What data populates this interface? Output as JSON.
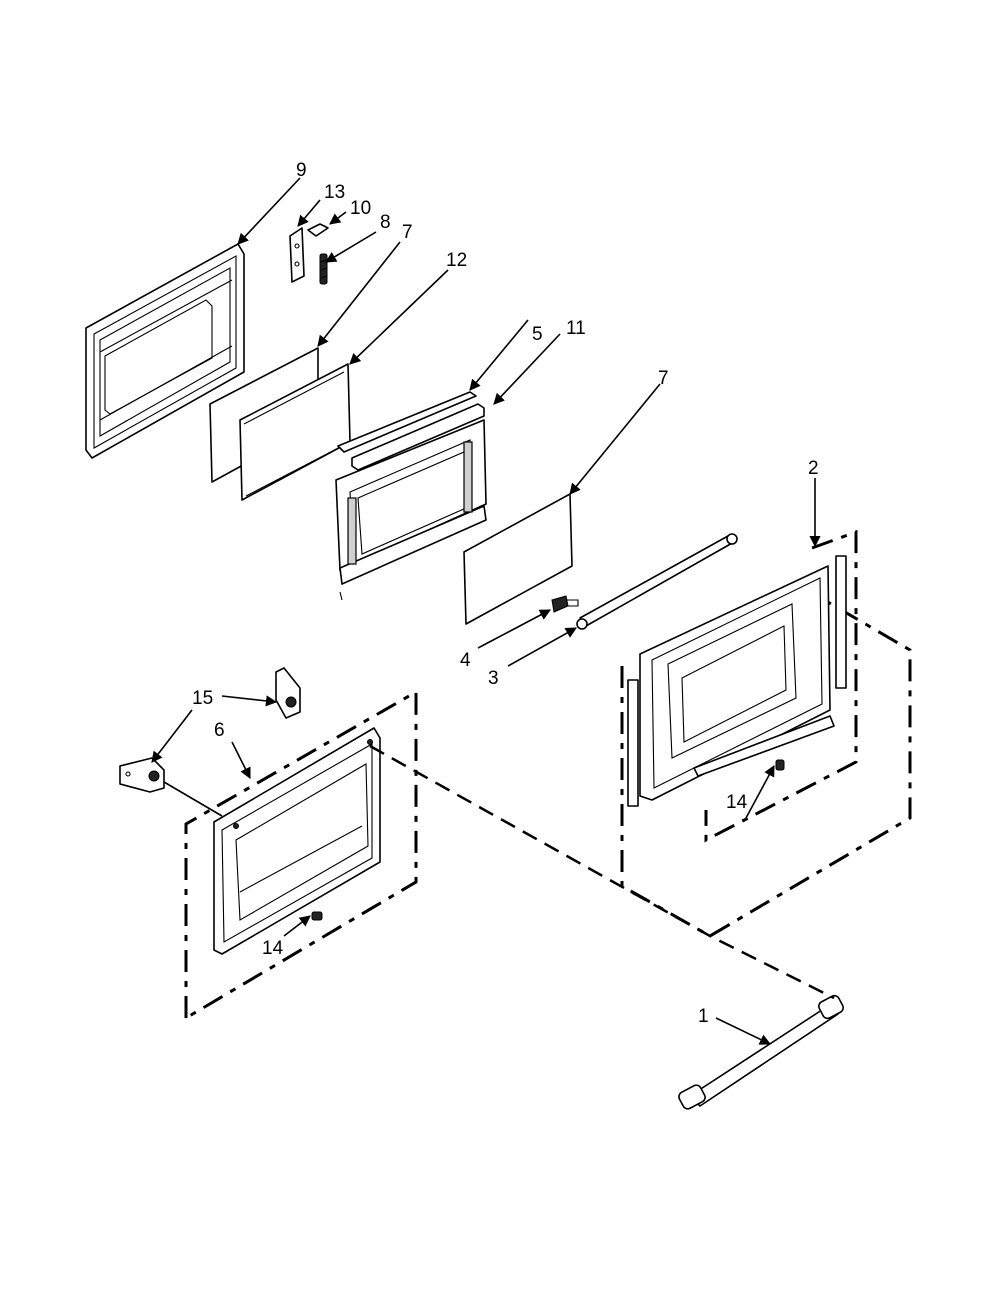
{
  "diagram": {
    "labels": {
      "l1": "1",
      "l2": "2",
      "l3": "3",
      "l4": "4",
      "l5": "5",
      "l6": "6",
      "l7a": "7",
      "l7b": "7",
      "l8": "8",
      "l9": "9",
      "l10": "10",
      "l11": "11",
      "l12": "12",
      "l13": "13",
      "l14a": "14",
      "l14b": "14",
      "l15": "15"
    }
  }
}
